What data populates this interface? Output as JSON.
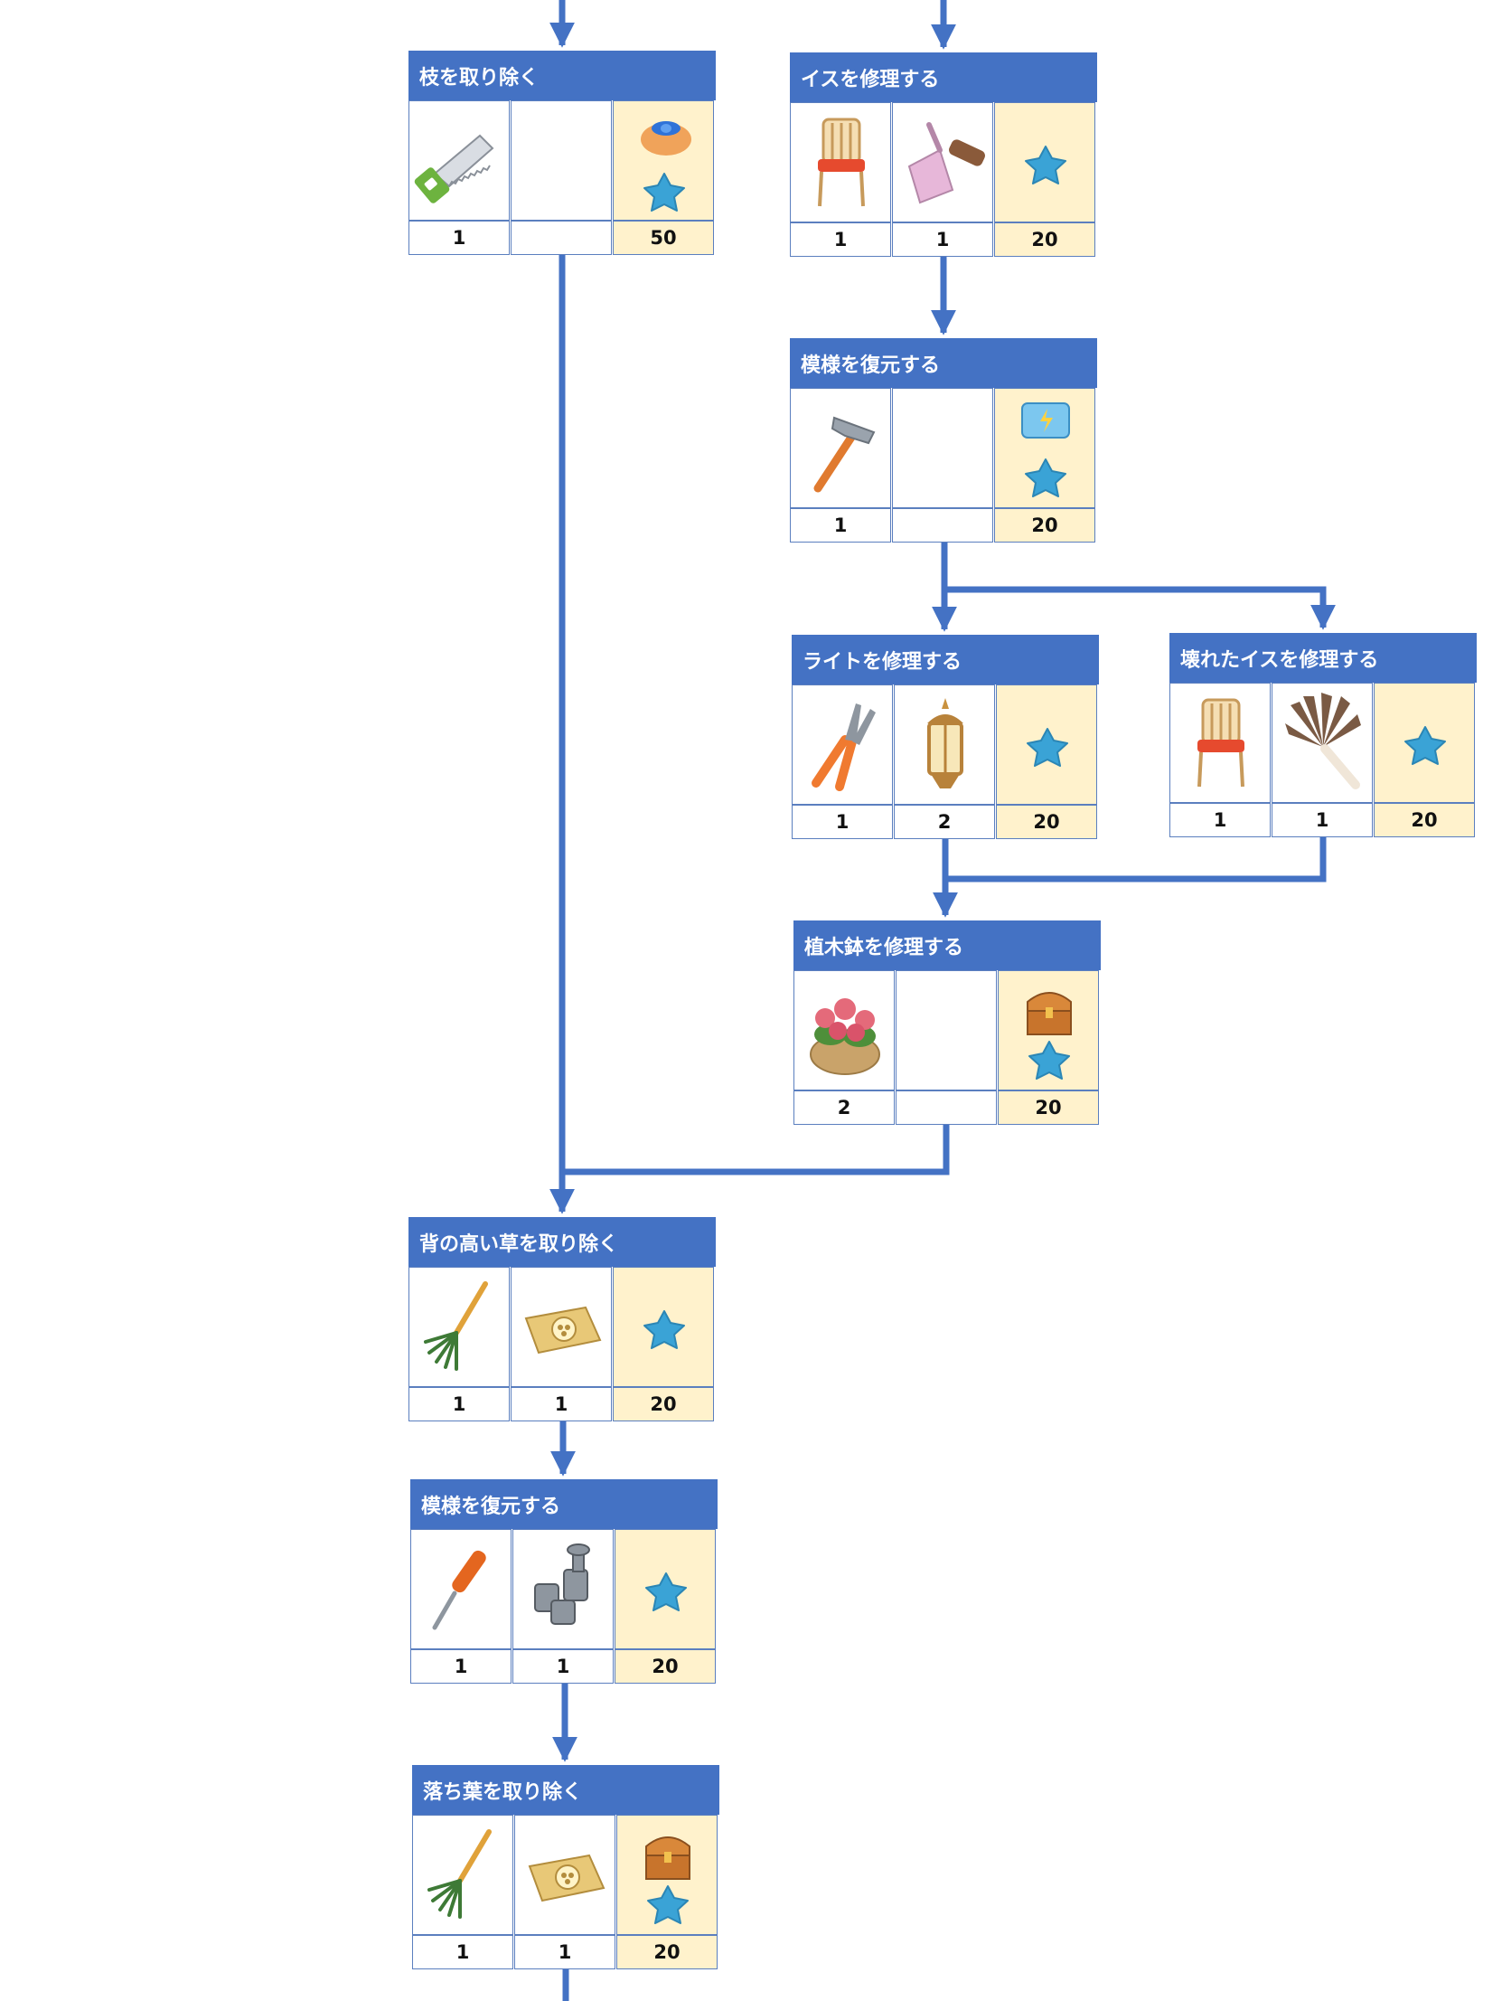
{
  "colors": {
    "header": "#4472c4",
    "connector": "#4472c4",
    "reward_bg": "#fff2cc",
    "star": "#3aa3d6"
  },
  "tasks": [
    {
      "title": "枝を取り除く",
      "items": [
        {
          "icon": "saw-icon",
          "qty": "1"
        },
        {
          "icon": "",
          "qty": ""
        }
      ],
      "reward": {
        "icons": [
          "bag-icon",
          "star-icon"
        ],
        "qty": "50"
      }
    },
    {
      "title": "イスを修理する",
      "items": [
        {
          "icon": "chair-icon",
          "qty": "1"
        },
        {
          "icon": "dustpan-icon",
          "qty": "1"
        }
      ],
      "reward": {
        "icons": [
          "star-icon"
        ],
        "qty": "20"
      }
    },
    {
      "title": "模様を復元する",
      "items": [
        {
          "icon": "hammer-icon",
          "qty": "1"
        },
        {
          "icon": "",
          "qty": ""
        }
      ],
      "reward": {
        "icons": [
          "energy-box-icon",
          "star-icon"
        ],
        "qty": "20"
      }
    },
    {
      "title": "ライトを修理する",
      "items": [
        {
          "icon": "pliers-icon",
          "qty": "1"
        },
        {
          "icon": "lantern-icon",
          "qty": "2"
        }
      ],
      "reward": {
        "icons": [
          "star-icon"
        ],
        "qty": "20"
      }
    },
    {
      "title": "壊れたイスを修理する",
      "items": [
        {
          "icon": "chair-icon",
          "qty": "1"
        },
        {
          "icon": "feather-duster-icon",
          "qty": "1"
        }
      ],
      "reward": {
        "icons": [
          "star-icon"
        ],
        "qty": "20"
      }
    },
    {
      "title": "植木鉢を修理する",
      "items": [
        {
          "icon": "flower-pot-icon",
          "qty": "2"
        },
        {
          "icon": "",
          "qty": ""
        }
      ],
      "reward": {
        "icons": [
          "treasure-chest-icon",
          "star-icon"
        ],
        "qty": "20"
      }
    },
    {
      "title": "背の高い草を取り除く",
      "items": [
        {
          "icon": "rake-icon",
          "qty": "1"
        },
        {
          "icon": "sack-icon",
          "qty": "1"
        }
      ],
      "reward": {
        "icons": [
          "star-icon"
        ],
        "qty": "20"
      }
    },
    {
      "title": "模様を復元する",
      "items": [
        {
          "icon": "screwdriver-icon",
          "qty": "1"
        },
        {
          "icon": "bolts-icon",
          "qty": "1"
        }
      ],
      "reward": {
        "icons": [
          "star-icon"
        ],
        "qty": "20"
      }
    },
    {
      "title": "落ち葉を取り除く",
      "items": [
        {
          "icon": "rake-icon",
          "qty": "1"
        },
        {
          "icon": "sack-icon",
          "qty": "1"
        }
      ],
      "reward": {
        "icons": [
          "treasure-chest-icon",
          "star-icon"
        ],
        "qty": "20"
      }
    }
  ]
}
